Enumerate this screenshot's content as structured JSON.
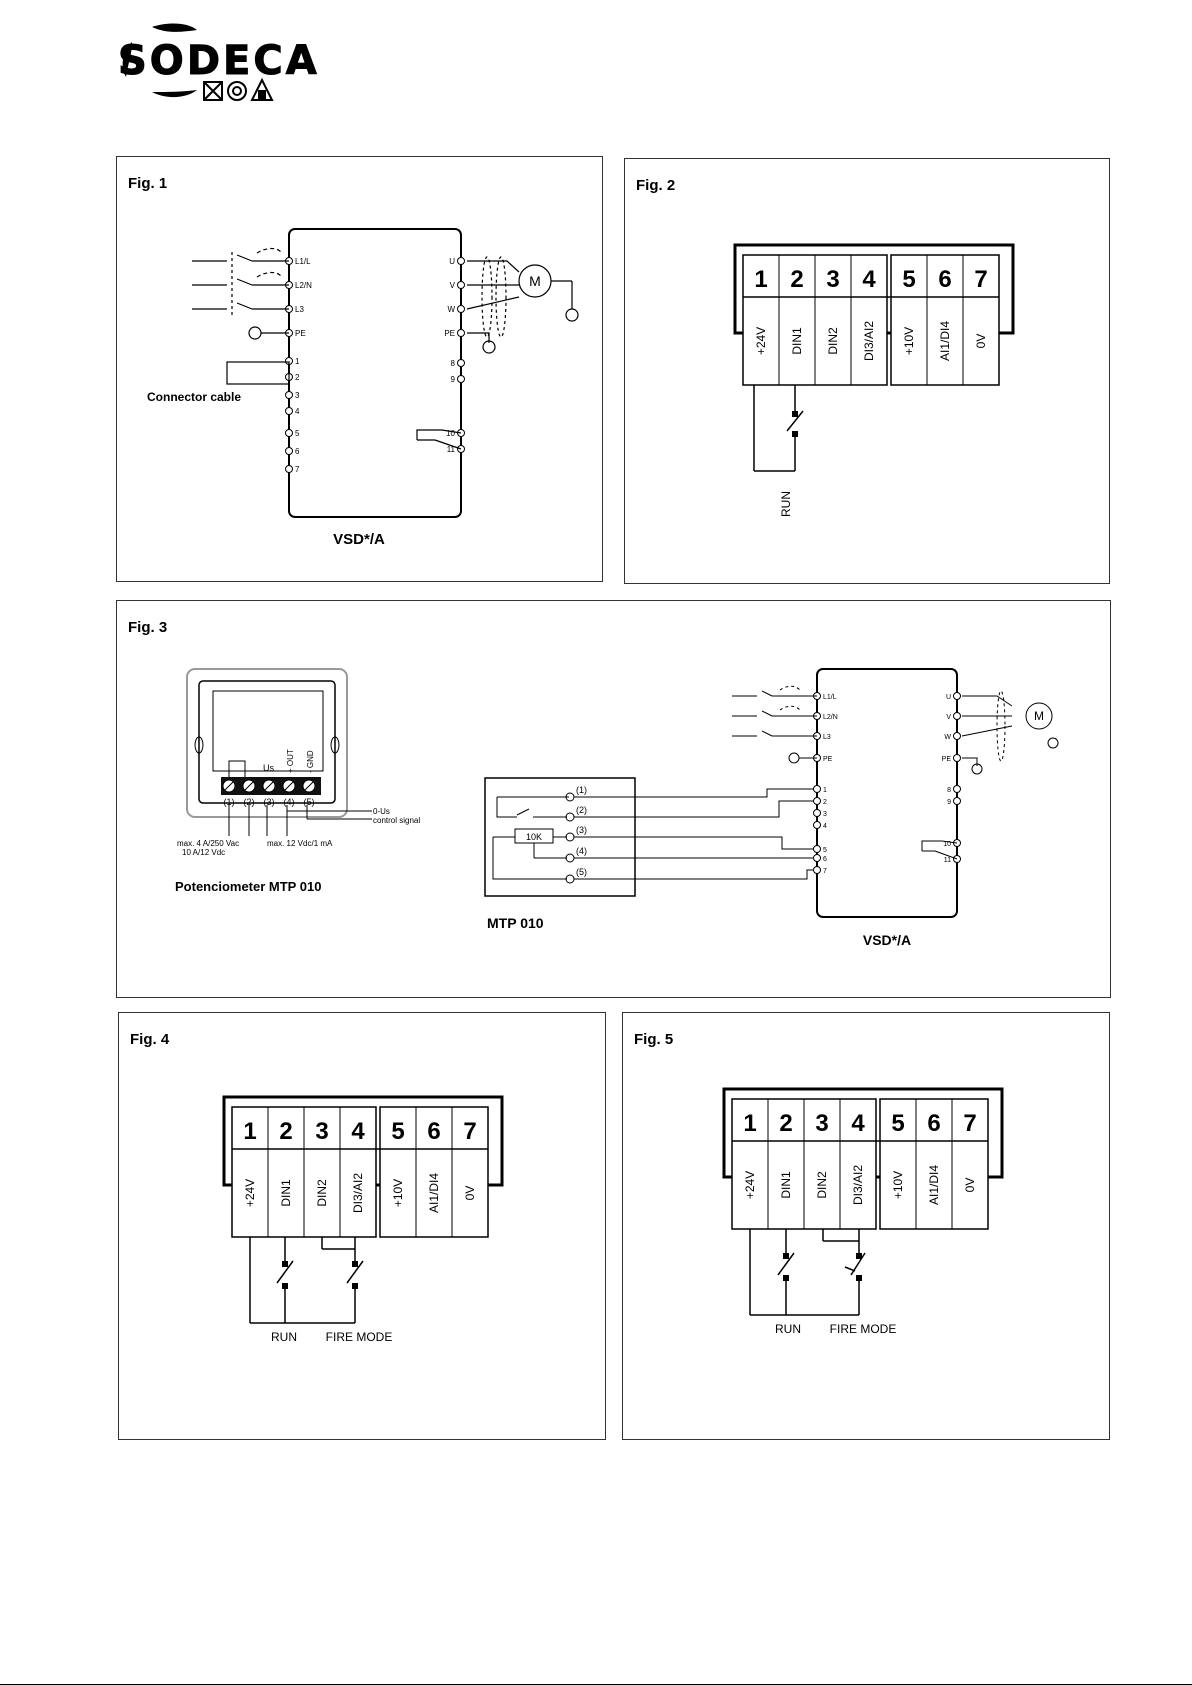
{
  "brand": {
    "name": "SODECA"
  },
  "fig1": {
    "label": "Fig. 1",
    "caption": "VSD*/A",
    "connector_label": "Connector cable",
    "left_terminals": [
      "L1/L",
      "L2/N",
      "L3",
      "PE",
      "1",
      "2",
      "3",
      "4",
      "5",
      "6",
      "7"
    ],
    "right_terminals": [
      "U",
      "V",
      "W",
      "PE",
      "8",
      "9",
      "10",
      "11"
    ],
    "motor": "M"
  },
  "fig2": {
    "label": "Fig. 2",
    "numbers": [
      "1",
      "2",
      "3",
      "4",
      "5",
      "6",
      "7"
    ],
    "signals": [
      "+24V",
      "DIN1",
      "DIN2",
      "DI3/AI2",
      "+10V",
      "AI1/DI4",
      "0V"
    ],
    "switch_label": "RUN"
  },
  "fig3": {
    "label": "Fig. 3",
    "pot_caption": "Potenciometer MTP 010",
    "mtp_caption": "MTP 010",
    "vsd_caption": "VSD*/A",
    "pot_terminals": [
      "(1)",
      "(2)",
      "(3)",
      "(4)",
      "(5)"
    ],
    "pot_top_labels": [
      "Us",
      "+ OUT",
      "- GND"
    ],
    "pot_rating_1": "max. 4 A/250 Vac",
    "pot_rating_2": "10 A/12 Vdc",
    "pot_rating_3": "max. 12 Vdc/1 mA",
    "pot_signal_1": "0-Us",
    "pot_signal_2": "control signal",
    "resistor": "10K",
    "left_terminals": [
      "L1/L",
      "L2/N",
      "L3",
      "PE",
      "1",
      "2",
      "3",
      "4",
      "5",
      "6",
      "7"
    ],
    "right_terminals": [
      "U",
      "V",
      "W",
      "PE",
      "8",
      "9",
      "10",
      "11"
    ],
    "motor": "M"
  },
  "fig4": {
    "label": "Fig. 4",
    "numbers": [
      "1",
      "2",
      "3",
      "4",
      "5",
      "6",
      "7"
    ],
    "signals": [
      "+24V",
      "DIN1",
      "DIN2",
      "DI3/AI2",
      "+10V",
      "AI1/DI4",
      "0V"
    ],
    "switch_1": "RUN",
    "switch_2": "FIRE MODE"
  },
  "fig5": {
    "label": "Fig. 5",
    "numbers": [
      "1",
      "2",
      "3",
      "4",
      "5",
      "6",
      "7"
    ],
    "signals": [
      "+24V",
      "DIN1",
      "DIN2",
      "DI3/AI2",
      "+10V",
      "AI1/DI4",
      "0V"
    ],
    "switch_1": "RUN",
    "switch_2": "FIRE MODE"
  }
}
